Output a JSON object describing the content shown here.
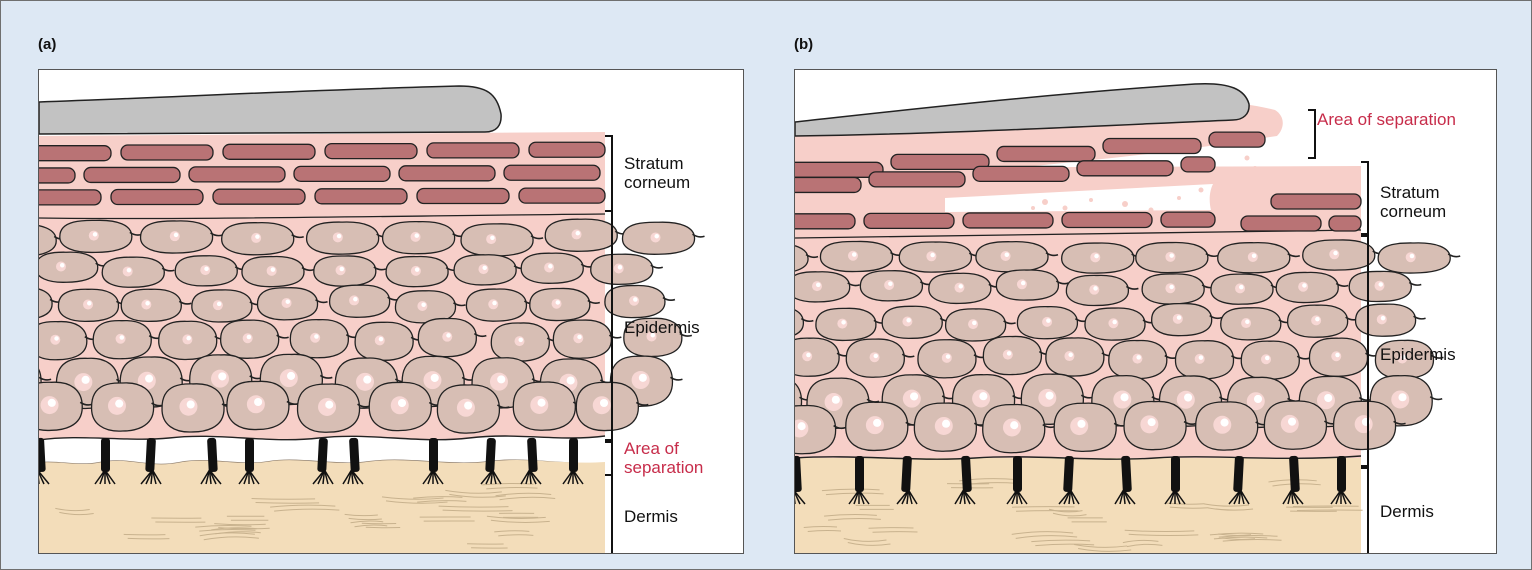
{
  "panels": [
    {
      "letter": "(a)",
      "labels": {
        "stratum_corneum": "Stratum\ncorneum",
        "epidermis": "Epidermis",
        "separation": "Area of\nseparation",
        "dermis": "Dermis"
      }
    },
    {
      "letter": "(b)",
      "labels": {
        "separation": "Area of separation",
        "stratum_corneum": "Stratum\ncorneum",
        "epidermis": "Epidermis",
        "dermis": "Dermis"
      }
    }
  ],
  "colors": {
    "background": "#dde8f4",
    "scale": "#c2c2c2",
    "corneocyte": "#b97375",
    "matrix": "#f7cfc9",
    "cell": "#d7beb4",
    "nucleus": "#f7d7d4",
    "dermis": "#f3ddba",
    "highlight": "#c72c4a"
  }
}
